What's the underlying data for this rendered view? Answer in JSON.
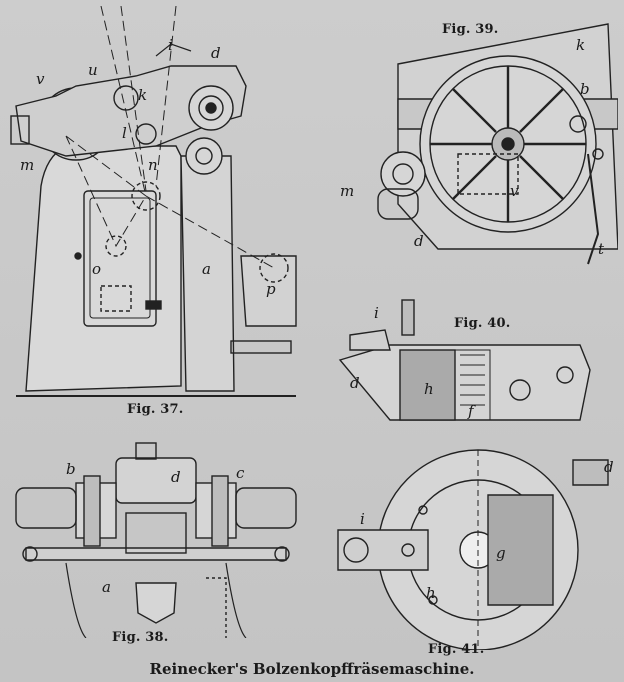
{
  "plate": {
    "title": "Reinecker's Bolzenkopffräsemaschine."
  },
  "figures": {
    "fig37": {
      "caption": "Fig. 37.",
      "letters": [
        "i",
        "d",
        "v",
        "u",
        "k",
        "m",
        "l",
        "n",
        "o",
        "a",
        "p"
      ]
    },
    "fig38": {
      "caption": "Fig. 38.",
      "letters": [
        "b",
        "d",
        "c",
        "a"
      ]
    },
    "fig39": {
      "caption": "Fig. 39.",
      "letters": [
        "k",
        "b",
        "m",
        "v",
        "d",
        "t"
      ]
    },
    "fig40": {
      "caption": "Fig. 40.",
      "letters": [
        "i",
        "d",
        "h",
        "f"
      ]
    },
    "fig41": {
      "caption": "Fig. 41.",
      "letters": [
        "d",
        "i",
        "g",
        "h"
      ]
    }
  }
}
